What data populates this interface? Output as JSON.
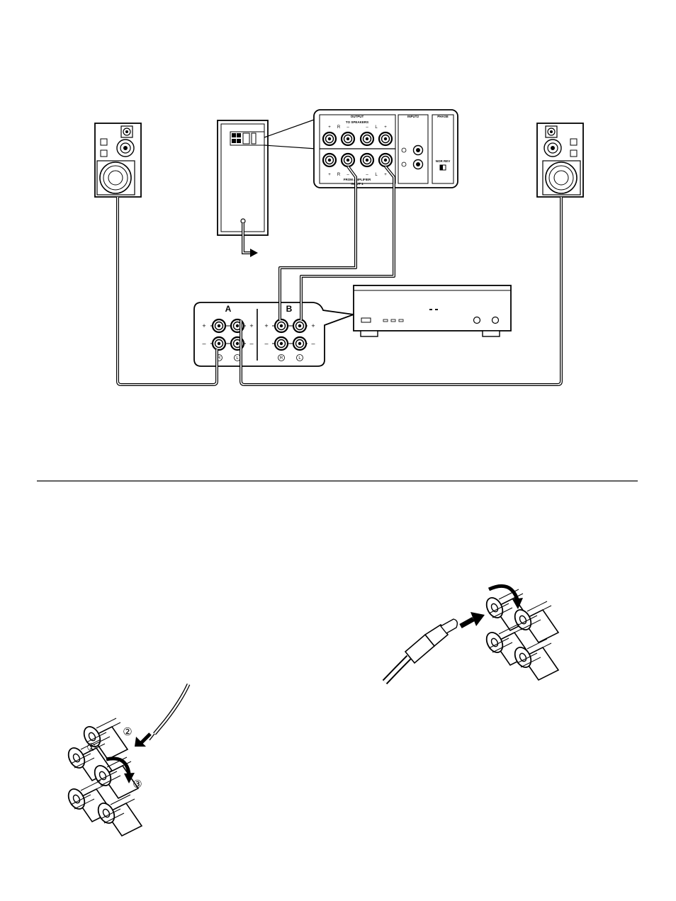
{
  "subwoofer_panel": {
    "output_label": "OUTPUT",
    "to_speakers_label": "TO SPEAKERS",
    "from_amplifier_label": "FROM AMPLIFIER",
    "input1_label": "INPUT 1",
    "input2_label": "INPUT2",
    "phase_label": "PHASE",
    "phase_switch_label": "NOR REV",
    "channel_right": "R",
    "channel_left": "L",
    "plus": "+",
    "minus": "–"
  },
  "amplifier_panel": {
    "terminal_a_label": "A",
    "terminal_b_label": "B",
    "plus": "+",
    "minus": "–",
    "channel_right": "R",
    "channel_left": "L"
  },
  "steps": {
    "step1": "①",
    "step2": "②",
    "step3": "③"
  },
  "icons": [
    "speaker-icon",
    "subwoofer-icon",
    "amplifier-icon",
    "binding-post-icon",
    "banana-plug-icon",
    "arrow-icon"
  ]
}
